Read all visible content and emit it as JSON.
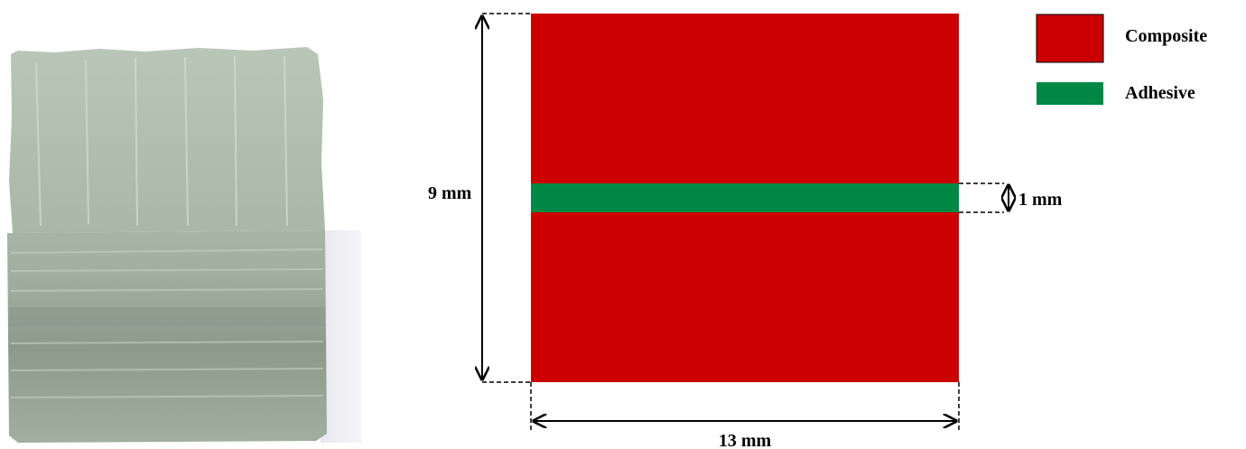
{
  "colors": {
    "composite": "#cc0000",
    "adhesive": "#008844",
    "specimen_light": "#c4cfc4",
    "specimen_mid": "#aab8aa",
    "specimen_dark": "#8e9c8e"
  },
  "photo": {
    "icon": "specimen-photo"
  },
  "diagram": {
    "height_label": "9 mm",
    "width_label": "13 mm",
    "adhesive_thickness_label": "1 mm"
  },
  "legend": {
    "items": [
      {
        "label": "Composite",
        "color": "#cc0000"
      },
      {
        "label": "Adhesive",
        "color": "#008844"
      }
    ]
  }
}
